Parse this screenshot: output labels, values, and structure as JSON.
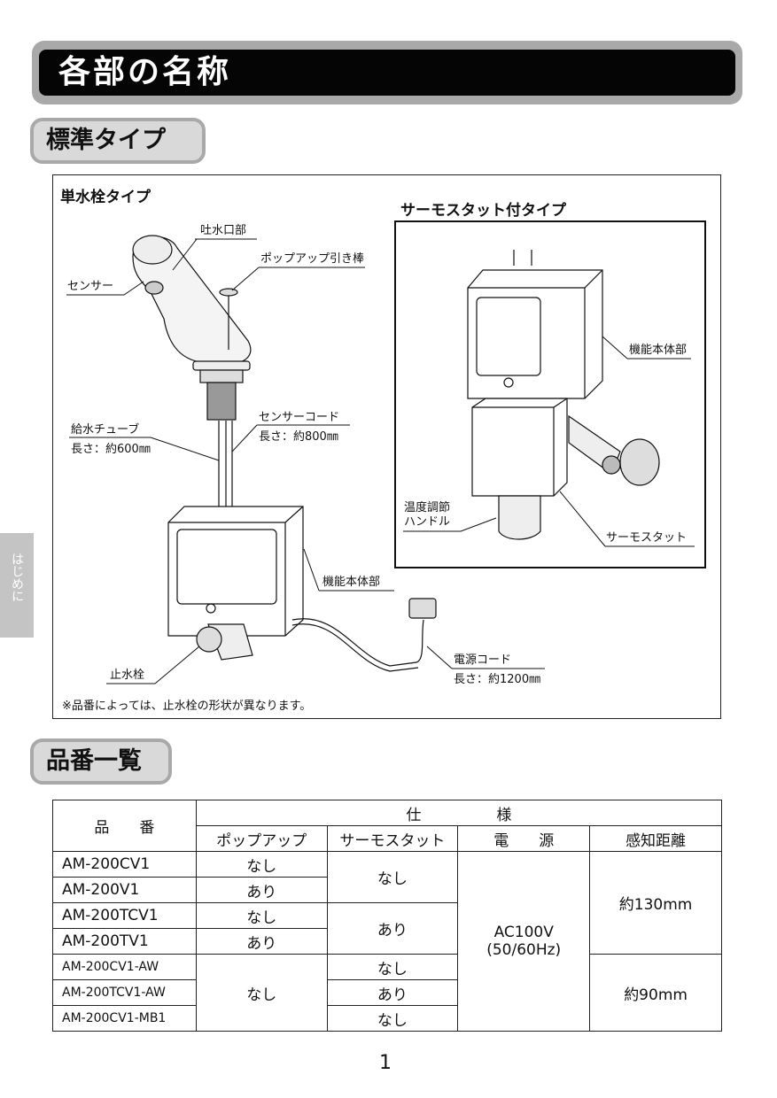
{
  "page": {
    "title": "各部の名称",
    "section1": "標準タイプ",
    "section2": "品番一覧",
    "side_tab": "はじめに",
    "page_number": "1"
  },
  "figure": {
    "left_heading": "単水栓タイプ",
    "right_heading": "サーモスタット付タイプ",
    "labels": {
      "spout": "吐水口部",
      "popup_rod": "ポップアップ引き棒",
      "sensor": "センサー",
      "supply_tube": "給水チューブ",
      "supply_tube_len": "長さ：約600㎜",
      "sensor_cord": "センサーコード",
      "sensor_cord_len": "長さ：約800㎜",
      "body_left": "機能本体部",
      "stop_valve": "止水栓",
      "power_cord": "電源コード",
      "power_cord_len": "長さ：約1200㎜",
      "body_right": "機能本体部",
      "temp_handle_1": "温度調節",
      "temp_handle_2": "ハンドル",
      "thermostat": "サーモスタット"
    },
    "note": "※品番によっては、止水栓の形状が異なります。"
  },
  "table": {
    "header_model": "品　　番",
    "header_spec": "仕　　　　　様",
    "col_popup": "ポップアップ",
    "col_thermo": "サーモスタット",
    "col_power": "電　　源",
    "col_range": "感知距離",
    "rows": [
      {
        "model": "AM-200CV1",
        "popup": "なし"
      },
      {
        "model": "AM-200V1",
        "popup": "あり"
      },
      {
        "model": "AM-200TCV1",
        "popup": "なし"
      },
      {
        "model": "AM-200TV1",
        "popup": "あり"
      },
      {
        "model": "AM-200CV1-AW"
      },
      {
        "model": "AM-200TCV1-AW"
      },
      {
        "model": "AM-200CV1-MB1"
      }
    ],
    "thermo_none_a": "なし",
    "thermo_yes_a": "あり",
    "popup_none_b": "なし",
    "thermo_r5": "なし",
    "thermo_r6": "あり",
    "thermo_r7": "なし",
    "power_1": "AC100V",
    "power_2": "(50/60Hz)",
    "range_a": "約130mm",
    "range_b": "約90mm"
  }
}
